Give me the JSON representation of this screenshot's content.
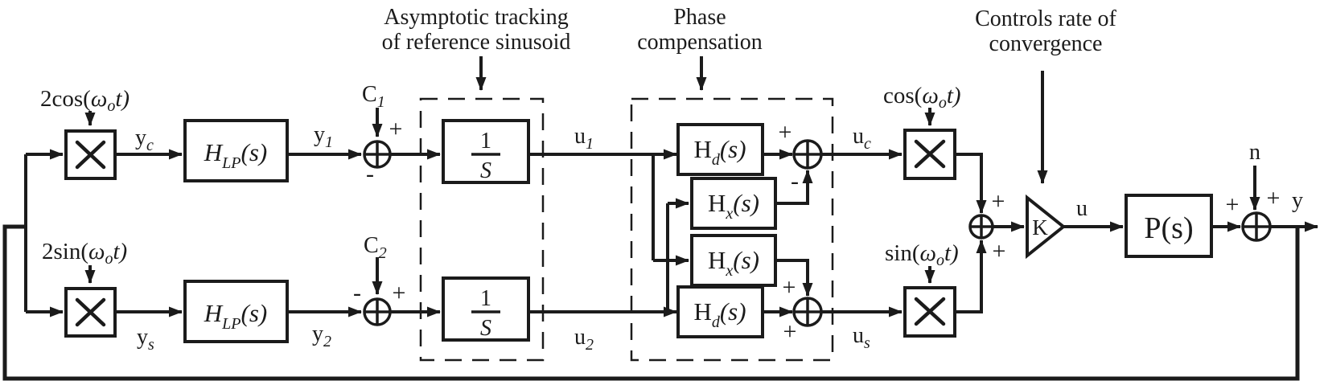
{
  "figure": {
    "annotations": {
      "tracking": {
        "line1": "Asymptotic tracking",
        "line2": "of reference sinusoid"
      },
      "phase": {
        "line1": "Phase",
        "line2": "compensation"
      },
      "convergence": {
        "line1": "Controls rate of",
        "line2": "convergence"
      }
    },
    "carriers": {
      "cos_in": {
        "func": "2cos(",
        "omega": "ω",
        "sub": "o",
        "post": "t)"
      },
      "sin_in": {
        "func": "2sin(",
        "omega": "ω",
        "sub": "o",
        "post": "t)"
      },
      "cos_demod": {
        "func": "cos(",
        "omega": "ω",
        "sub": "o",
        "post": "t)"
      },
      "sin_demod": {
        "func": "sin(",
        "omega": "ω",
        "sub": "o",
        "post": "t)"
      }
    },
    "blocks": {
      "hlp1": {
        "main": "H",
        "sub": "LP",
        "post": "(s)"
      },
      "hlp2": {
        "main": "H",
        "sub": "LP",
        "post": "(s)"
      },
      "integ1": {
        "num": "1",
        "den": "S"
      },
      "integ2": {
        "num": "1",
        "den": "S"
      },
      "hd1": {
        "main": "H",
        "sub": "d",
        "post": "(s)"
      },
      "hx1": {
        "main": "H",
        "sub": "x",
        "post": "(s)"
      },
      "hx2": {
        "main": "H",
        "sub": "x",
        "post": "(s)"
      },
      "hd2": {
        "main": "H",
        "sub": "d",
        "post": "(s)"
      },
      "gain": {
        "label": "K"
      },
      "plant": {
        "label": "P(s)"
      }
    },
    "signals": {
      "yc": {
        "main": "y",
        "sub": "c"
      },
      "ys": {
        "main": "y",
        "sub": "s"
      },
      "y1": {
        "main": "y",
        "sub": "1"
      },
      "y2": {
        "main": "y",
        "sub": "2"
      },
      "c1": {
        "main": "C",
        "sub": "1"
      },
      "c2": {
        "main": "C",
        "sub": "2"
      },
      "u1": {
        "main": "u",
        "sub": "1"
      },
      "u2": {
        "main": "u",
        "sub": "2"
      },
      "uc": {
        "main": "u",
        "sub": "c"
      },
      "us": {
        "main": "u",
        "sub": "s"
      },
      "u": "u",
      "n": "n",
      "y": "y"
    },
    "signs": {
      "sum_c1": {
        "c1": "+",
        "y1": "-"
      },
      "sum_c2": {
        "c2": "+",
        "y2": "-"
      },
      "sum_uc": {
        "hd": "+",
        "hx": "-"
      },
      "sum_us": {
        "hx": "+",
        "hd": "+"
      },
      "sum_k": {
        "top": "+",
        "bottom": "+"
      },
      "sum_out": {
        "plant": "+",
        "noise": "+"
      }
    },
    "colors": {
      "ink": "#1b1b1b",
      "background": "#ffffff"
    }
  }
}
